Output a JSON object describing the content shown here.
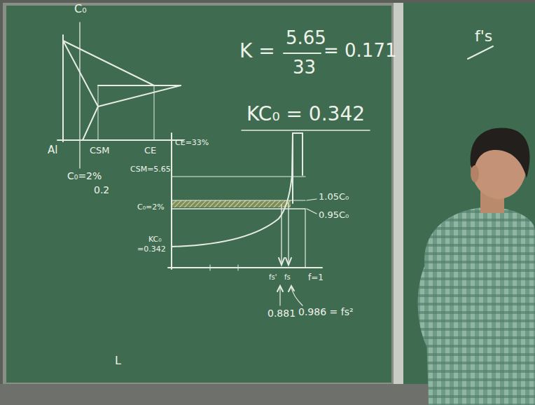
{
  "diagram": {
    "labels": [
      "C₀",
      "Al",
      "CSM",
      "CE",
      "C₀=2%",
      "0.2",
      "K =",
      "5.65",
      "33",
      "= 0.171",
      "KC₀ = 0.342",
      "CE=33%",
      "CSM=5.65",
      "C₀=2%",
      "KC₀",
      "=0.342",
      "1.05C₀",
      "0.95C₀",
      "fs'",
      "fs",
      "f=1",
      "0.881",
      "0.986 = fs²",
      "f's",
      "L"
    ]
  }
}
